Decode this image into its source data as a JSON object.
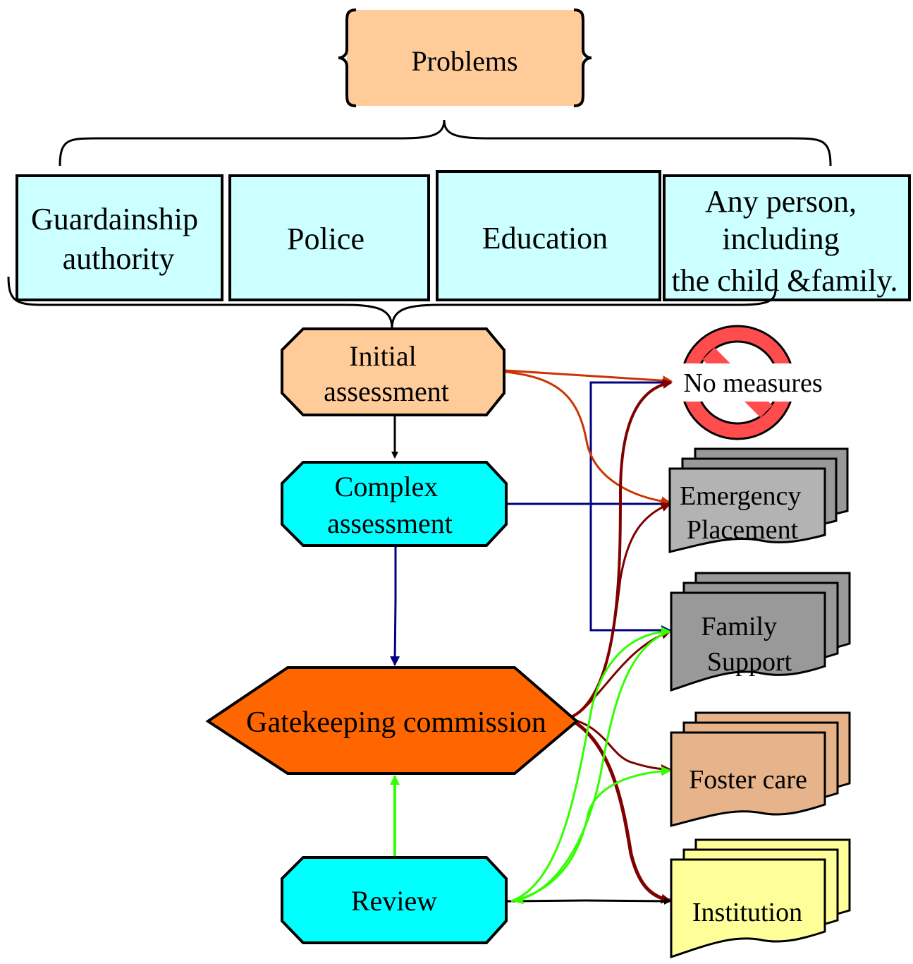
{
  "problems": {
    "label": "Problems"
  },
  "sources": [
    {
      "lines": [
        "Guardainship",
        "authority"
      ]
    },
    {
      "lines": [
        "Police"
      ]
    },
    {
      "lines": [
        "Education"
      ]
    },
    {
      "lines": [
        "Any person,",
        "including",
        "the child &family."
      ]
    }
  ],
  "process": {
    "initial": {
      "lines": [
        "Initial",
        "assessment"
      ]
    },
    "complex": {
      "lines": [
        "Complex",
        "assessment"
      ]
    },
    "gatekeeping": {
      "label": "Gatekeeping commission"
    },
    "review": {
      "label": "Review"
    }
  },
  "outcomes": {
    "no_measures": {
      "label": "No measures"
    },
    "emergency": {
      "lines": [
        "Emergency",
        "Placement"
      ]
    },
    "family_support": {
      "lines": [
        "Family",
        "Support"
      ]
    },
    "foster_care": {
      "label": "Foster care"
    },
    "institution": {
      "label": "Institution"
    }
  },
  "colors": {
    "peach": "#ffcc99",
    "light_cyan": "#ccffff",
    "cyan": "#00ffff",
    "orange": "#ff6600",
    "dark_red": "#800000",
    "red_arrow": "#cc3300",
    "navy": "#000080",
    "green": "#33ff00",
    "grey_light": "#b3b3b3",
    "grey_dark": "#999999",
    "tan": "#e6b38a",
    "yellow": "#ffff99",
    "no_sign": "#ff4d4d"
  }
}
